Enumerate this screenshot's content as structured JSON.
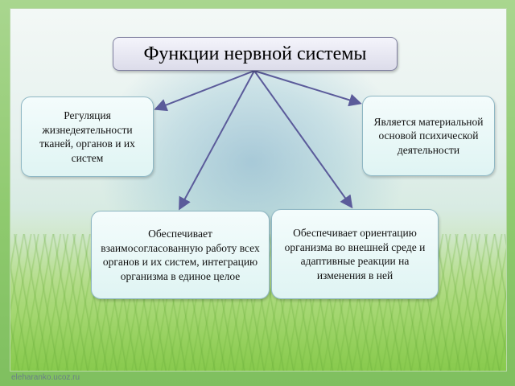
{
  "title": "Функции нервной системы",
  "functions": [
    "Регуляция жизнедеятельности тканей, органов и их систем",
    "Является материальной основой психической деятельности",
    "Обеспечивает взаимосогласованную работу всех органов и их систем, интеграцию организма в единое целое",
    "Обеспечивает ориентацию организма во внешней среде и адаптивные реакции на изменения в ней"
  ],
  "watermark": "eleharanko.ucoz.ru",
  "colors": {
    "arrow": "#5b5b9a",
    "box_border": "#8fb7c4",
    "title_border": "#7f7f9f"
  }
}
